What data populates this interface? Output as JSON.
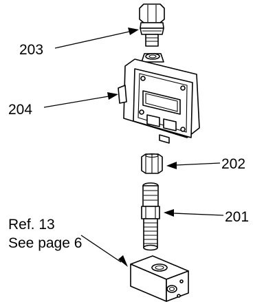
{
  "callouts": {
    "part_203": "203",
    "part_204": "204",
    "part_202": "202",
    "part_201": "201",
    "ref_line1": "Ref. 13",
    "ref_line2": "See page 6"
  },
  "colors": {
    "line": "#000000",
    "background": "#ffffff"
  }
}
